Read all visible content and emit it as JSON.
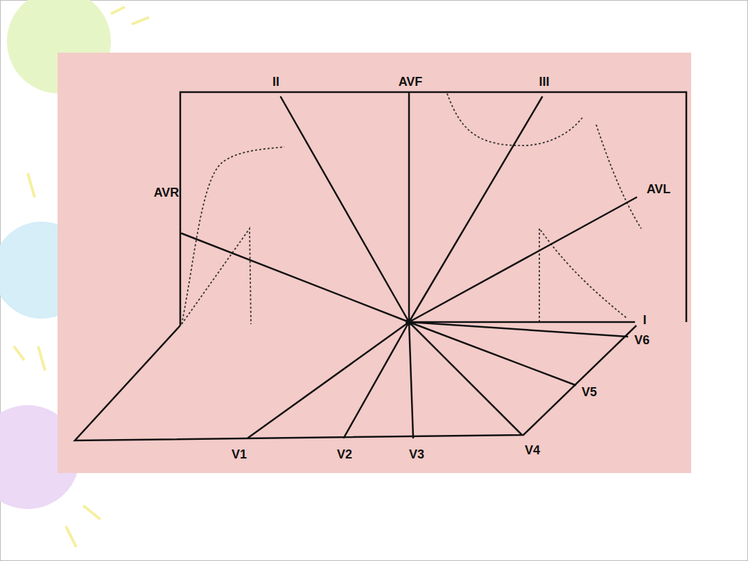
{
  "diagram": {
    "labels": [
      "II",
      "AVF",
      "III",
      "AVR",
      "AVL",
      "I",
      "V6",
      "V5",
      "V4",
      "V3",
      "V2",
      "V1"
    ]
  }
}
